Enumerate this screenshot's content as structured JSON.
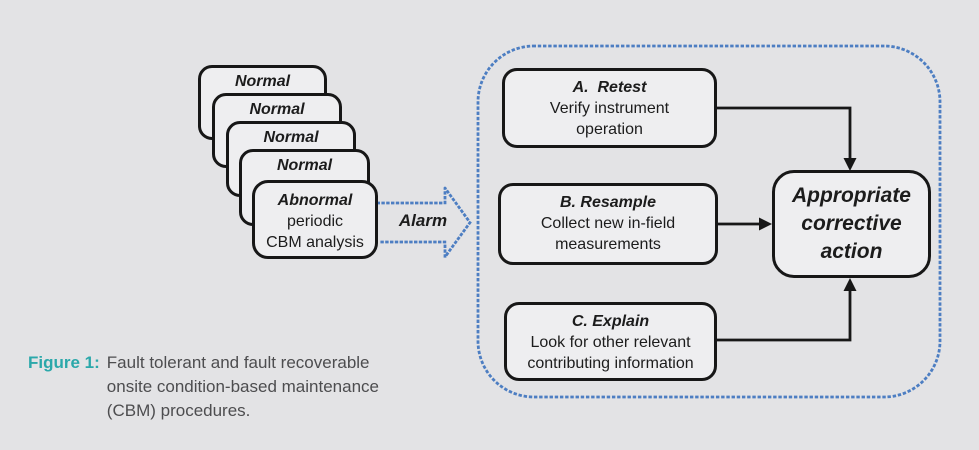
{
  "colors": {
    "background": "#e3e3e5",
    "dotted_blue": "#4d7ec2",
    "line_black": "#171717",
    "box_fill": "#eeeef0",
    "teal": "#2ba8aa",
    "caption_text": "#4d4d4f"
  },
  "stack": {
    "cards": [
      {
        "label": "Normal"
      },
      {
        "label": "Normal"
      },
      {
        "label": "Normal"
      },
      {
        "label": "Normal"
      }
    ],
    "front_card": {
      "title": "Abnormal",
      "lines": [
        "periodic",
        "CBM analysis"
      ]
    }
  },
  "alarm": {
    "label": "Alarm"
  },
  "options": [
    {
      "title": "A.  Retest",
      "lines": [
        "Verify instrument",
        "operation"
      ]
    },
    {
      "title": "B. Resample",
      "lines": [
        "Collect new in-field",
        "measurements"
      ]
    },
    {
      "title": "C. Explain",
      "lines": [
        "Look for other relevant",
        "contributing information"
      ]
    }
  ],
  "action_box": {
    "lines": [
      "Appropriate",
      "corrective",
      "action"
    ]
  },
  "caption": {
    "prefix": "Figure 1:",
    "lines": [
      "Fault tolerant and fault recoverable",
      "onsite condition-based maintenance",
      "(CBM) procedures."
    ]
  }
}
